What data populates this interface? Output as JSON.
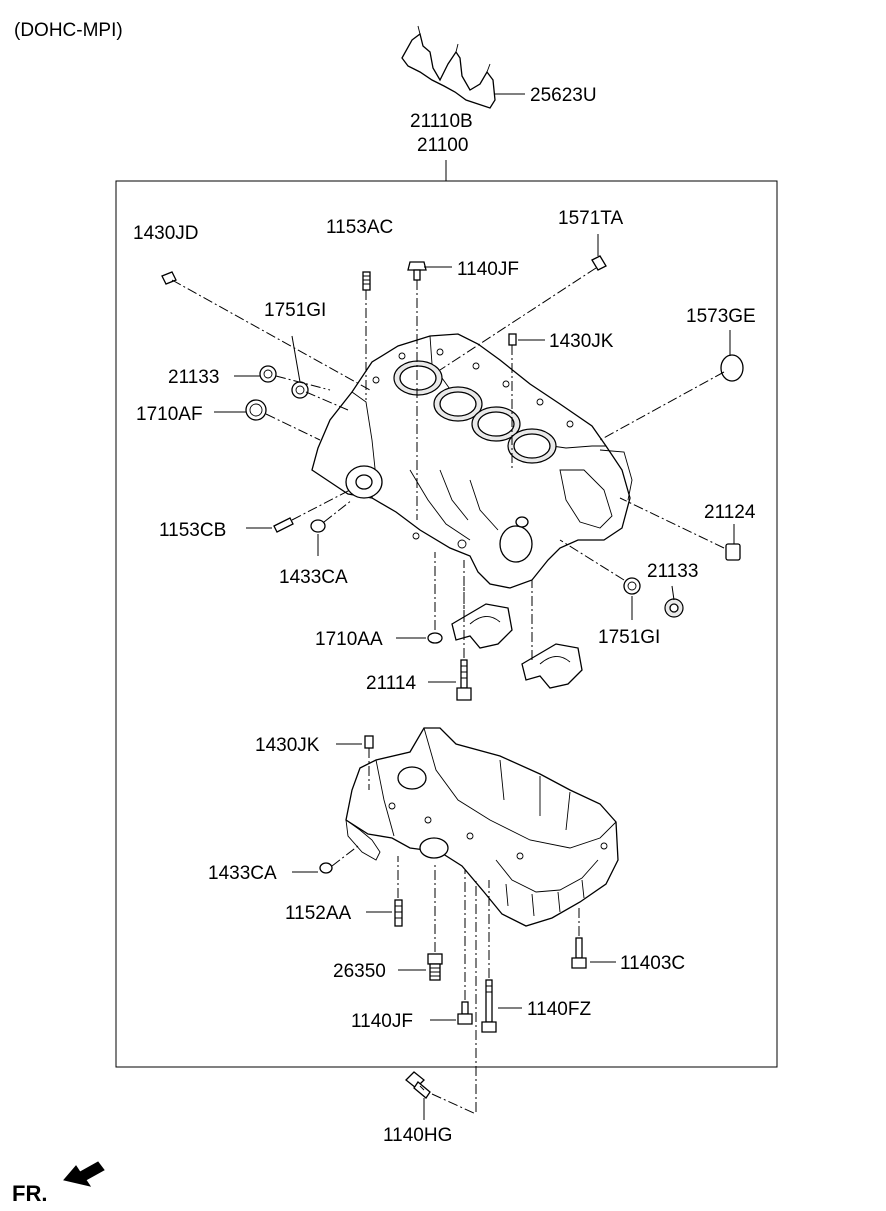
{
  "header": {
    "variant": "(DOHC-MPI)"
  },
  "assembly": {
    "group_top": "21110B",
    "group_main": "21100"
  },
  "callouts": {
    "c25623U": "25623U",
    "c1430JD": "1430JD",
    "c1153AC": "1153AC",
    "c1571TA": "1571TA",
    "c1140JF_top": "1140JF",
    "c1751GI_left": "1751GI",
    "c1430JK_top": "1430JK",
    "c1573GE": "1573GE",
    "c21133_left": "21133",
    "c1710AF": "1710AF",
    "c1153CB": "1153CB",
    "c1433CA_top": "1433CA",
    "c21124": "21124",
    "c21133_right": "21133",
    "c1751GI_right": "1751GI",
    "c1710AA": "1710AA",
    "c21114": "21114",
    "c1430JK_bottom": "1430JK",
    "c1433CA_bottom": "1433CA",
    "c1152AA": "1152AA",
    "c26350": "26350",
    "c11403C": "11403C",
    "c1140JF_bottom": "1140JF",
    "c1140FZ": "1140FZ",
    "c1140HG": "1140HG"
  },
  "footer": {
    "direction": "FR."
  }
}
